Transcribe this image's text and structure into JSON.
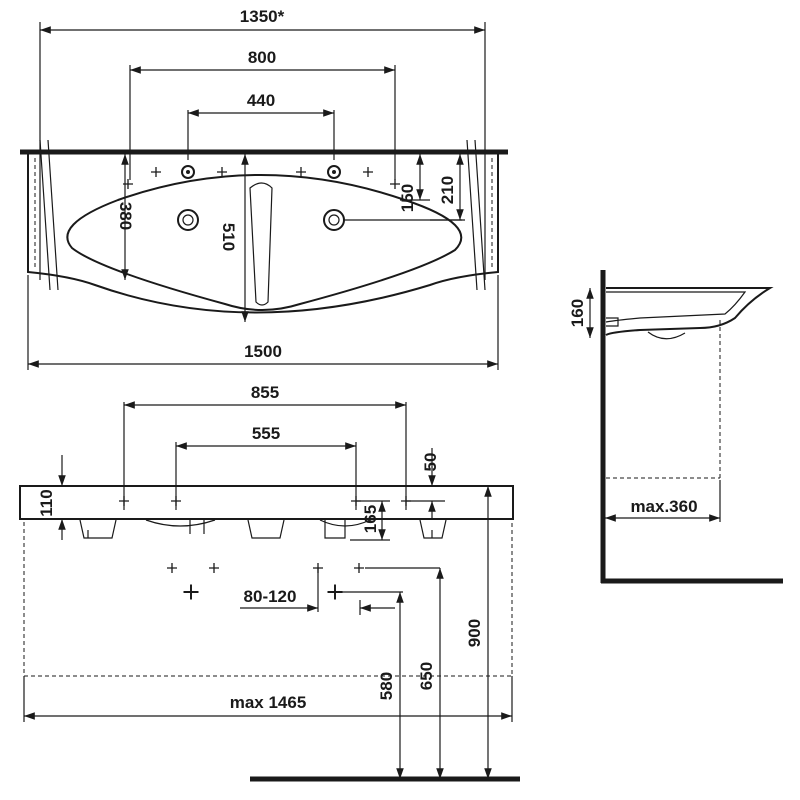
{
  "dimensions": {
    "top_overall": "1350*",
    "top_outer_taps": "800",
    "top_inner_taps": "440",
    "bowl_depth": "380",
    "center_depth": "510",
    "rim_150": "150",
    "rim_210": "210",
    "total_width": "1500",
    "side_height": "160",
    "side_max": "max.360",
    "front_855": "855",
    "front_555": "555",
    "front_50": "50",
    "front_110": "110",
    "front_165": "165",
    "front_80_120": "80-120",
    "front_900": "900",
    "front_650": "650",
    "front_580": "580",
    "front_max_width": "max 1465"
  }
}
